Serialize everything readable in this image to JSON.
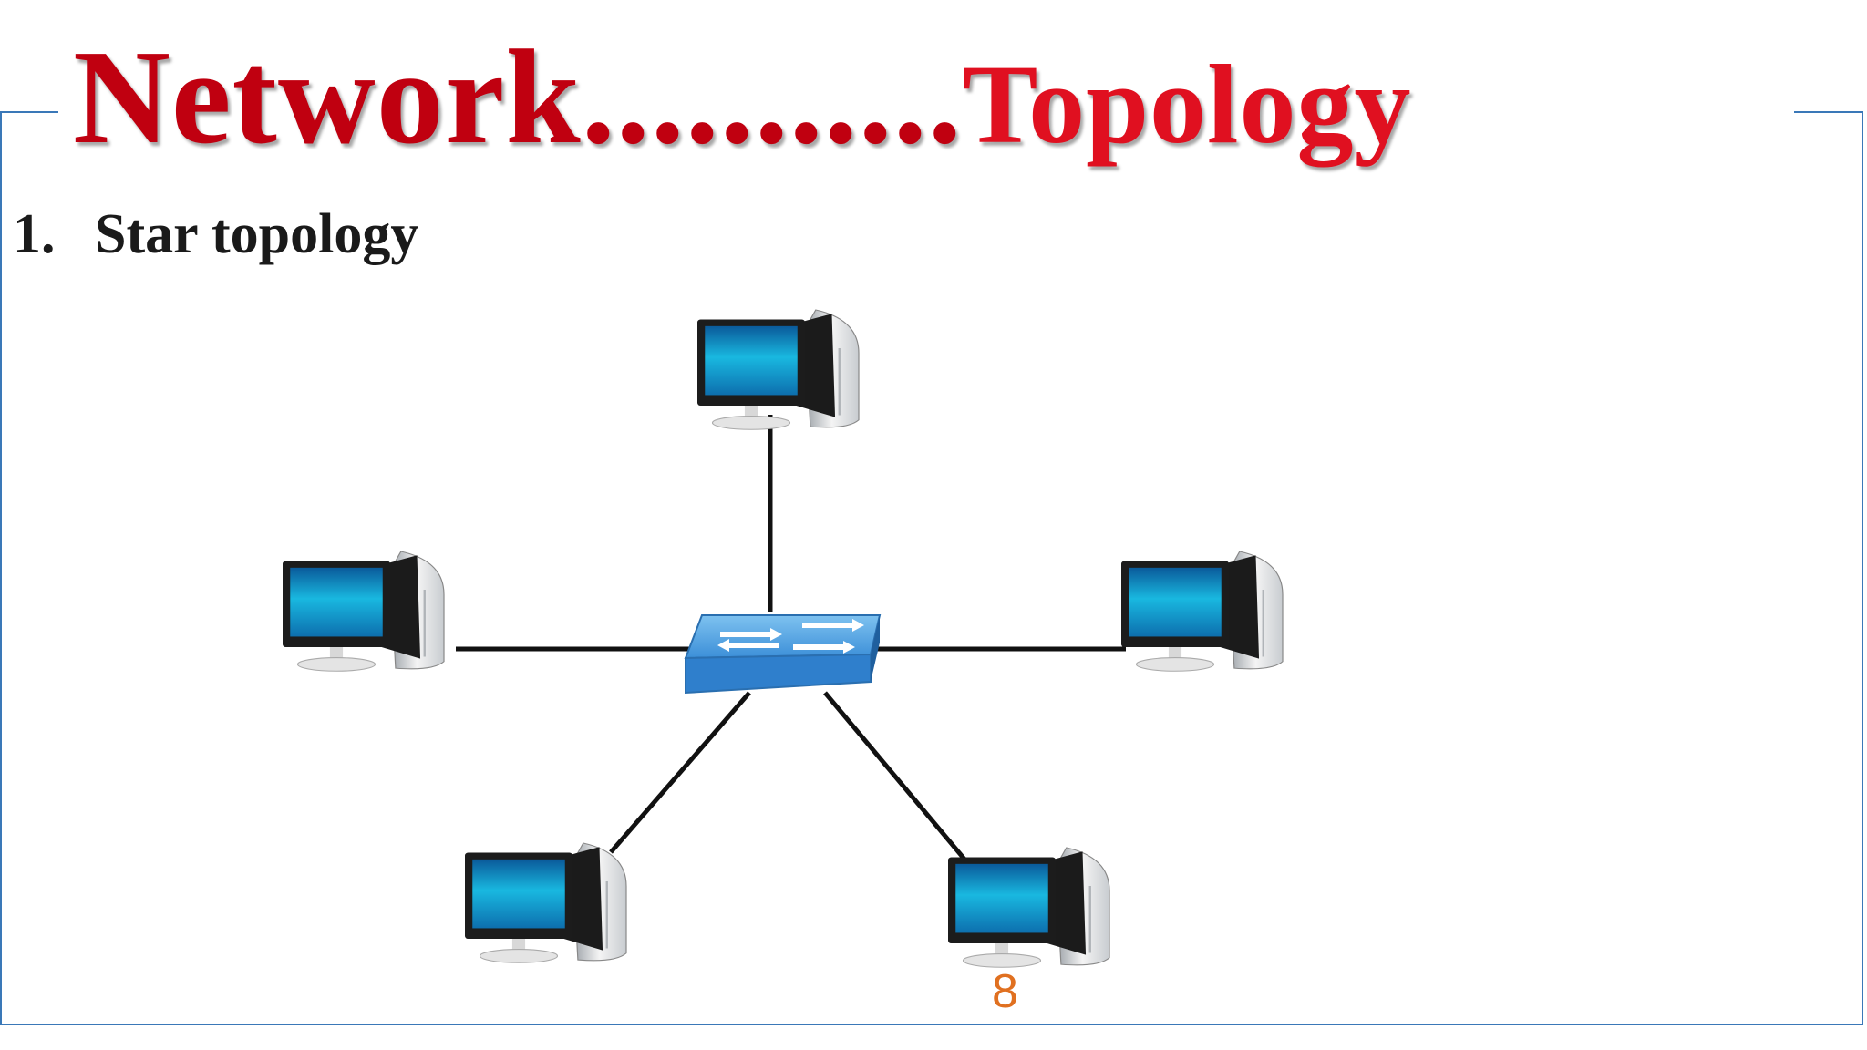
{
  "slide": {
    "title_part1": "Network",
    "title_dots": "...........",
    "title_part2": "Topology",
    "item_number": "1.",
    "item_label": "Star topology",
    "page_number": "8"
  },
  "diagram": {
    "hub": {
      "icon": "network-switch-icon"
    },
    "nodes": [
      {
        "icon": "computer-icon",
        "position": "top"
      },
      {
        "icon": "computer-icon",
        "position": "left"
      },
      {
        "icon": "computer-icon",
        "position": "right"
      },
      {
        "icon": "computer-icon",
        "position": "bottom-left"
      },
      {
        "icon": "computer-icon",
        "position": "bottom-right"
      }
    ]
  },
  "colors": {
    "title_red": "#c00010",
    "frame_blue": "#3a78b8",
    "switch_blue": "#3c8fd8",
    "screen_cyan": "#19b8e0",
    "page_number_orange": "#e07020"
  }
}
